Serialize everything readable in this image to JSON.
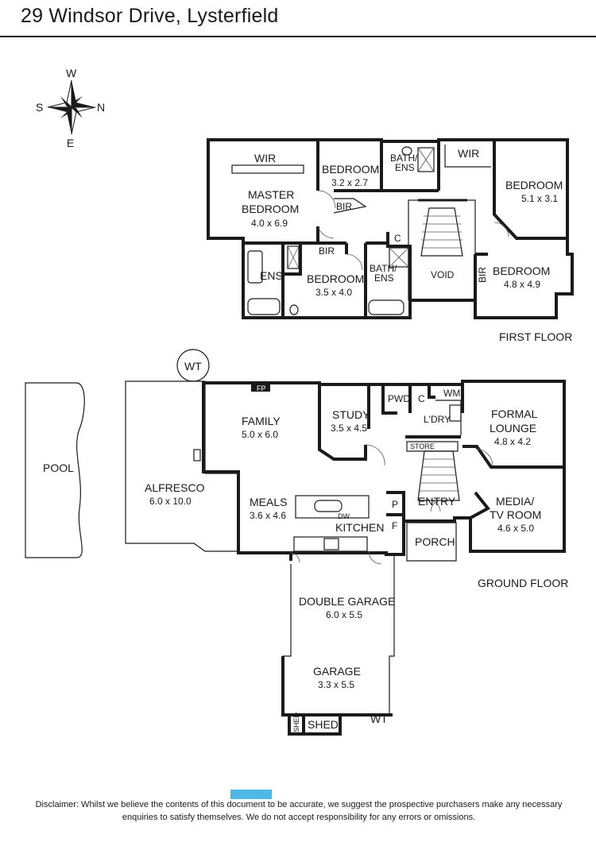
{
  "header": {
    "title": "29 Windsor Drive, Lysterfield"
  },
  "compass": {
    "w": "W",
    "s": "S",
    "n": "N",
    "e": "E"
  },
  "first_floor": {
    "label": "FIRST FLOOR",
    "rooms": {
      "wir1": "WIR",
      "master_name1": "MASTER",
      "master_name2": "BEDROOM",
      "master_dim": "4.0 x 6.9",
      "bed2_name": "BEDROOM",
      "bed2_dim": "3.2 x 2.7",
      "bath_ens1_a": "BATH/",
      "bath_ens1_b": "ENS",
      "wir2": "WIR",
      "bed3_name": "BEDROOM",
      "bed3_dim": "5.1 x 3.1",
      "bir1": "BIR",
      "c1": "C",
      "bir2": "BIR",
      "ens": "ENS",
      "bed4_name": "BEDROOM",
      "bed4_dim": "3.5 x 4.0",
      "bath_ens2_a": "BATH/",
      "bath_ens2_b": "ENS",
      "void": "VOID",
      "bir3": "BIR",
      "bed5_name": "BEDROOM",
      "bed5_dim": "4.8 x 4.9"
    }
  },
  "ground_floor": {
    "label": "GROUND FLOOR",
    "rooms": {
      "wt1": "WT",
      "pool": "POOL",
      "alfresco_name": "ALFRESCO",
      "alfresco_dim": "6.0 x 10.0",
      "fp": "FP",
      "family_name": "FAMILY",
      "family_dim": "5.0 x 6.0",
      "study_name": "STUDY",
      "study_dim": "3.5 x 4.5",
      "pwd": "PWD",
      "c2": "C",
      "wm": "WM",
      "ldry": "L'DRY",
      "store": "STORE",
      "formal_name1": "FORMAL",
      "formal_name2": "LOUNGE",
      "formal_dim": "4.8 x 4.2",
      "meals_name": "MEALS",
      "meals_dim": "3.6 x 4.6",
      "dw": "DW",
      "kitchen": "KITCHEN",
      "p": "P",
      "f": "F",
      "entry": "ENTRY",
      "media_name1": "MEDIA/",
      "media_name2": "TV ROOM",
      "media_dim": "4.6 x 5.0",
      "porch": "PORCH",
      "dgarage_name": "DOUBLE GARAGE",
      "dgarage_dim": "6.0 x 5.5",
      "garage_name": "GARAGE",
      "garage_dim": "3.3 x 5.5",
      "shed_v": "SHED",
      "shed": "SHED",
      "wt2": "WT"
    }
  },
  "disclaimer": {
    "line1": "Disclaimer: Whilst we believe the contents of this document to be accurate, we suggest the prospective purchasers make any necessary",
    "line2": "enquiries to satisfy themselves. We do not accept responsibility for any errors or omissions."
  }
}
